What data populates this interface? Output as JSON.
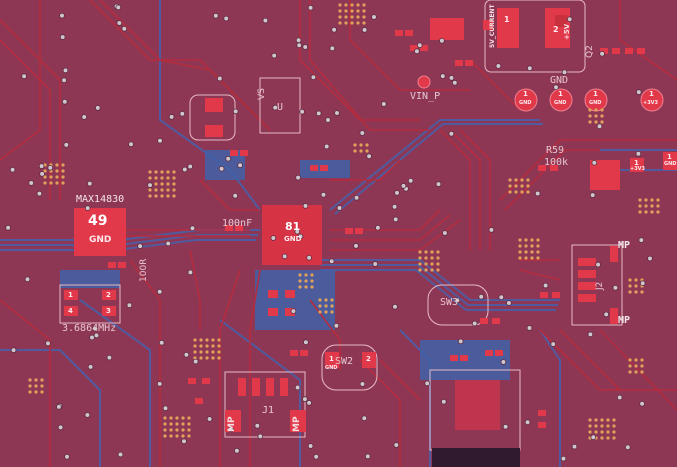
{
  "board": {
    "colors": {
      "background": "#8e3755",
      "copper_top": "#c8303e",
      "copper_bottom": "#3f62a8",
      "silk": "#e8c6cf",
      "via": "#d7a85c",
      "pad": "#e2394a"
    }
  },
  "components": {
    "u_max": {
      "ref": "MAX14830",
      "pin": "49",
      "net": "GND"
    },
    "u_main": {
      "pin": "81",
      "net": "GND"
    },
    "crystal": {
      "value": "3.6864MHz",
      "pin1": "1",
      "pin2": "2",
      "pin3": "3",
      "pin4": "4"
    },
    "cap_100nf": {
      "value": "100nF"
    },
    "res_100r": {
      "value": "100R"
    },
    "r59": {
      "ref": "R59",
      "value": "100k"
    },
    "vin": {
      "label": "VIN_P"
    },
    "sw2": {
      "ref": "SW2",
      "pin1": "1",
      "pin2": "2",
      "net": "GND"
    },
    "sw3": {
      "ref": "SW3"
    },
    "j1": {
      "ref": "J1",
      "mp_left": "MP",
      "mp_right": "MP"
    },
    "j2": {
      "ref": "J2",
      "mp_top": "MP",
      "mp_bottom": "MP"
    },
    "pwr_conn": {
      "pin1": "1",
      "pin1_net": "5V_CURRENT",
      "pin2": "2",
      "pin2_net": "+5V",
      "gnd": "GND"
    },
    "gnd_pads": [
      {
        "pin": "1",
        "net": "GND"
      },
      {
        "pin": "1",
        "net": "GND"
      },
      {
        "pin": "1",
        "net": "GND"
      },
      {
        "pin": "1",
        "net": "+3V3"
      }
    ],
    "right_pads": [
      {
        "pin": "1",
        "net": "+3V3"
      },
      {
        "pin": "1",
        "net": "GND"
      }
    ],
    "vs_label": {
      "text": "VS"
    },
    "u_misc": {
      "text": "U"
    },
    "q_ref": {
      "text": "Q2"
    }
  }
}
